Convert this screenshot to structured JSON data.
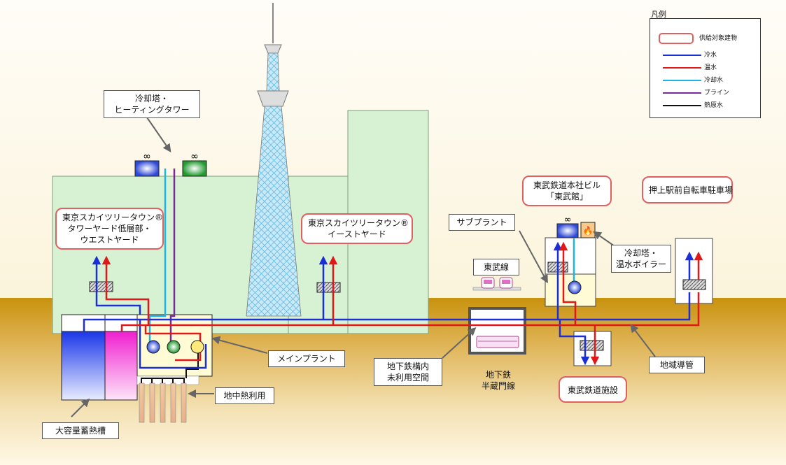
{
  "legend": {
    "title": "凡例",
    "items": [
      {
        "label": "供給対象建物",
        "kind": "box",
        "color": "#e06060"
      },
      {
        "label": "冷水",
        "kind": "line",
        "color": "#1a2fd6"
      },
      {
        "label": "温水",
        "kind": "line",
        "color": "#e01818"
      },
      {
        "label": "冷却水",
        "kind": "line",
        "color": "#1fb4e6"
      },
      {
        "label": "ブライン",
        "kind": "line",
        "color": "#7a2a9a"
      },
      {
        "label": "熱原水",
        "kind": "line",
        "color": "#111111"
      }
    ]
  },
  "labels": {
    "cooling_tower_heating": {
      "line1": "冷却塔・",
      "line2": "ヒーティングタワー"
    },
    "main_plant": "メインプラント",
    "geothermal": "地中熱利用",
    "storage_tank": "大容量蓄熱槽",
    "sub_plant": "サブプラント",
    "tobu_line": "東武線",
    "subway_unused": {
      "line1": "地下鉄構内",
      "line2": "未利用空間"
    },
    "subway": {
      "line1": "地下鉄",
      "line2": "半蔵門線"
    },
    "district_pipe": "地域導管",
    "cooling_boiler": {
      "line1": "冷却塔・",
      "line2": "温水ボイラー"
    }
  },
  "buildings": {
    "west_yard": {
      "line1": "東京スカイツリータウン®",
      "line2": "タワーヤード低層部・",
      "line3": "ウエストヤード"
    },
    "east_yard": {
      "line1": "東京スカイツリータウン®",
      "line2": "イーストヤード"
    },
    "tobu_hq": {
      "line1": "東武鉄道本社ビル",
      "line2": "「東武館」"
    },
    "oshiage_bike": "押上駅前自転車駐車場",
    "tobu_facility": "東武鉄道施設"
  },
  "colors": {
    "chilled": "#1a2fd6",
    "hot": "#e01818",
    "cooling": "#1fb4e6",
    "brine": "#7a2a9a",
    "source": "#111111",
    "building_fill": "#d7f2d2",
    "plant_fill": "#fffbd5",
    "tower_fill": "#bfe6f7"
  }
}
